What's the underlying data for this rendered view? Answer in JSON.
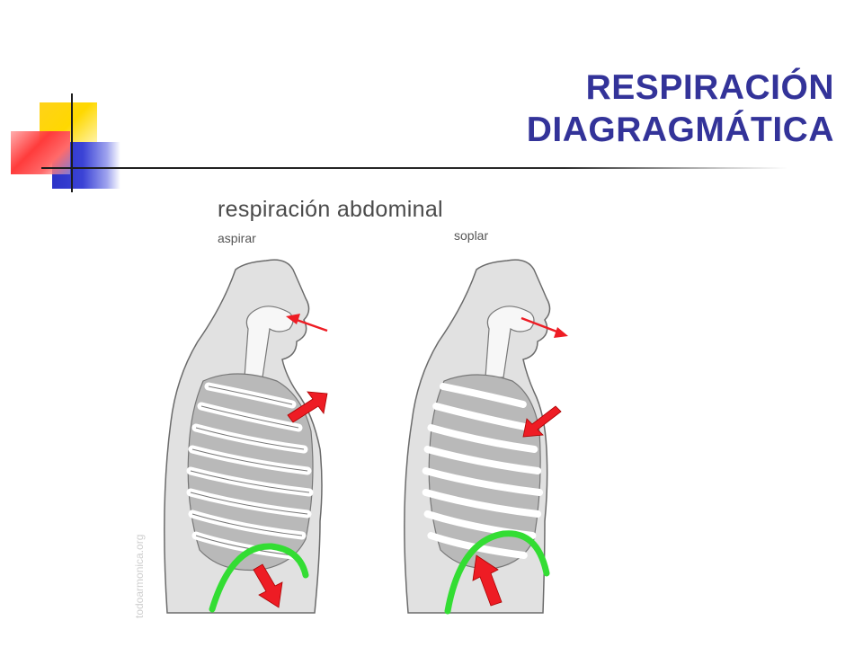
{
  "slide": {
    "title_line1": "RESPIRACIÓN",
    "title_line2": "DIAGRAGMÁTICA",
    "title_color": "#333399"
  },
  "figure": {
    "heading": "respiración abdominal",
    "label_left": "aspirar",
    "label_right": "soplar",
    "watermark": "todoarmonica.org",
    "arrow_color": "#ee1c24",
    "diaphragm_color": "#33dd33",
    "icons": [
      "inhale-arrow-icon",
      "exhale-arrow-icon",
      "chest-out-arrow-icon",
      "chest-in-arrow-icon",
      "diaphragm-down-arrow-icon",
      "diaphragm-up-arrow-icon"
    ]
  }
}
